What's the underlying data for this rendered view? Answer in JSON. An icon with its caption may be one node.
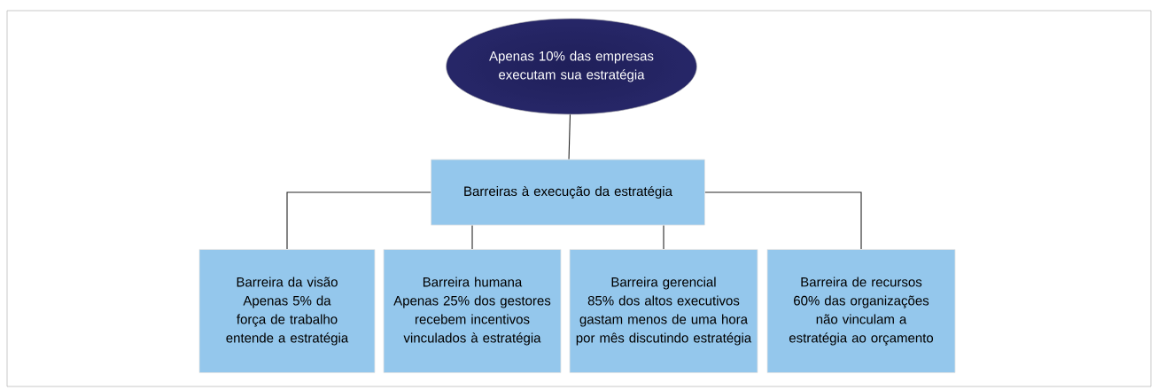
{
  "diagram": {
    "nodes": [
      {
        "text": [
          "Apenas 10% das empresas executam sua estratégia"
        ]
      },
      {
        "text": [
          "Barreiras à execução da estratégia"
        ]
      },
      {
        "text": [
          "Barreira da visão",
          "Apenas 5% da força de trabalho entende a estratégia"
        ]
      },
      {
        "text": [
          "Barreira humana",
          "Apenas 25% dos gestores recebem incentivos vinculados à estratégia"
        ]
      },
      {
        "text": [
          "Barreira gerencial",
          "85% dos altos executivos gastam menos de uma hora por mês discutindo estratégia"
        ]
      },
      {
        "text": [
          "Barreira de recursos",
          "60% das organizações não vinculam a estratégia ao orçamento"
        ]
      }
    ],
    "edges": [
      {
        "from": 0,
        "to": 1,
        "arrow": "none"
      },
      {
        "from": 1,
        "to": 2,
        "arrow": "none"
      },
      {
        "from": 1,
        "to": 3,
        "arrow": "none"
      },
      {
        "from": 1,
        "to": 4,
        "arrow": "none"
      },
      {
        "from": 1,
        "to": 5,
        "arrow": "none"
      }
    ]
  }
}
